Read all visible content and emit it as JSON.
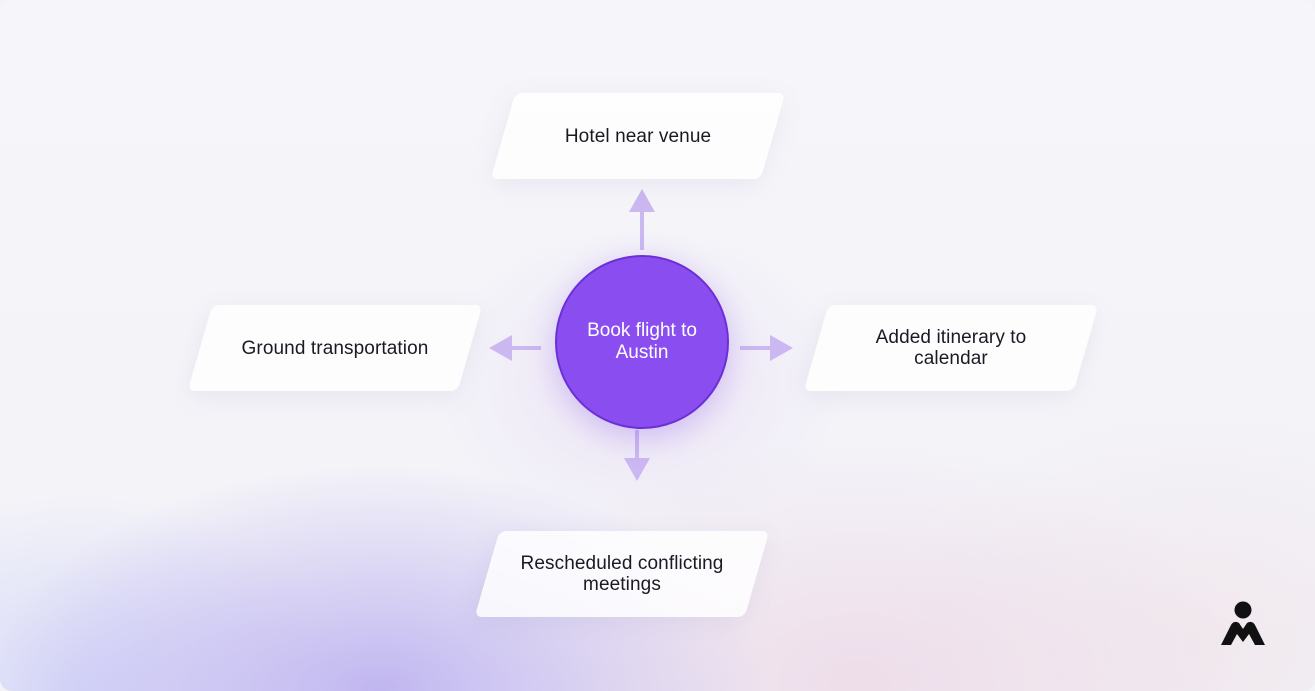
{
  "diagram": {
    "center": {
      "label": "Book flight to Austin"
    },
    "nodes": {
      "top": {
        "label": "Hotel near venue"
      },
      "left": {
        "label": "Ground transportation"
      },
      "right": {
        "label": "Added itinerary to calendar"
      },
      "bottom": {
        "label": "Rescheduled conflicting meetings"
      }
    }
  },
  "colors": {
    "center_fill": "#8a4ef0",
    "center_border": "#6a30d6",
    "arrow": "#cbb8f1",
    "text": "#1a1a24"
  },
  "logo": {
    "icon": "brand-logo-icon"
  }
}
